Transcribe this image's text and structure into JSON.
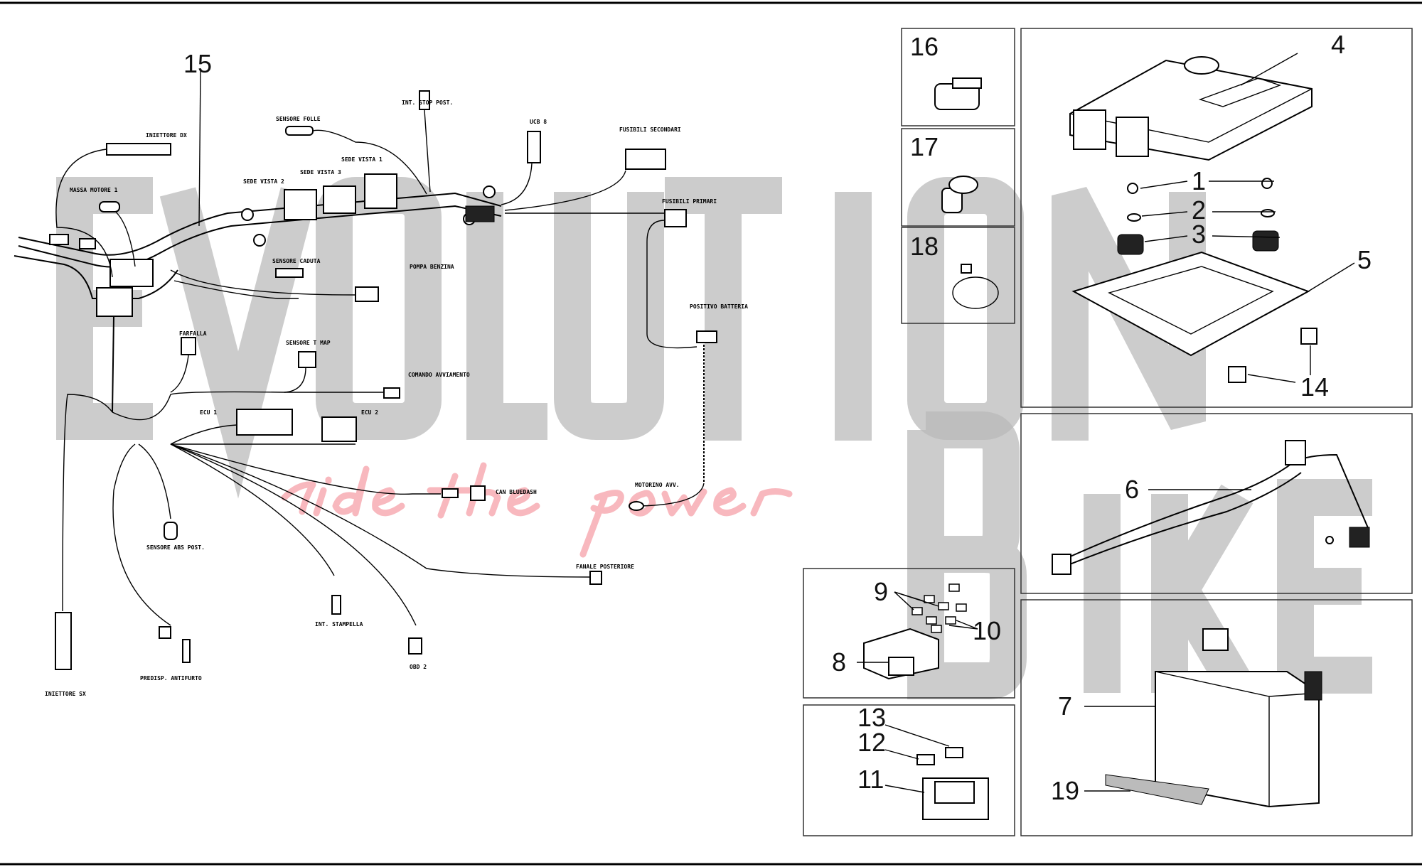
{
  "callouts": {
    "c1": "1",
    "c2": "2",
    "c3": "3",
    "c4": "4",
    "c5": "5",
    "c6": "6",
    "c7": "7",
    "c8": "8",
    "c9": "9",
    "c10": "10",
    "c11": "11",
    "c12": "12",
    "c13": "13",
    "c14": "14",
    "c15": "15",
    "c16": "16",
    "c17": "17",
    "c18": "18",
    "c19": "19"
  },
  "harness_labels": {
    "iniettore_dx": "INIETTORE DX",
    "massa_motore": "MASSA MOTORE 1",
    "sensore_folle": "SENSORE FOLLE",
    "int_stop_post": "INT. STOP POST.",
    "ucb": "UCB 8",
    "fusibili_secondari": "FUSIBILI SECONDARI",
    "fusibili_primari": "FUSIBILI PRIMARI",
    "sede_vista_1": "SEDE VISTA 1",
    "sede_vista_2": "SEDE VISTA 2",
    "sede_vista_3": "SEDE VISTA 3",
    "sensore_caduta": "SENSORE CADUTA",
    "pompa_benzina": "POMPA BENZINA",
    "farfalla": "FARFALLA",
    "sensore_t_map": "SENSORE T MAP",
    "comando_avviamento": "COMANDO AVVIAMENTO",
    "ecu_1": "ECU 1",
    "ecu_2": "ECU 2",
    "positivo_batteria": "POSITIVO BATTERIA",
    "motorino_avv": "MOTORINO AVV.",
    "can_bluedash": "CAN BLUEDASH",
    "sensore_abs_post": "SENSORE ABS POST.",
    "fanale_posteriore": "FANALE POSTERIORE",
    "int_stampella": "INT. STAMPELLA",
    "obd_2": "OBD 2",
    "predisp_antifurto": "PREDISP. ANTIFURTO",
    "iniettore_sx": "INIETTORE SX"
  },
  "watermark": {
    "line1": "EVOLUTION",
    "line2": "BIKE",
    "tagline": "ride the power"
  }
}
